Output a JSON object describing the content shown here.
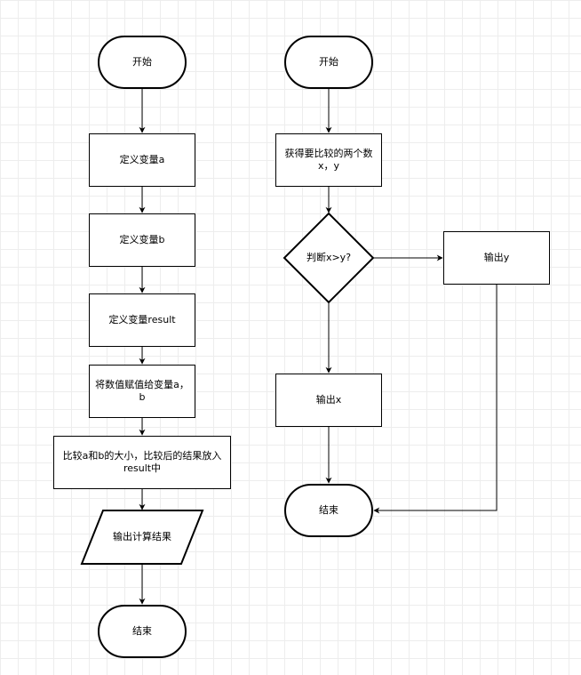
{
  "left_flow": {
    "start": "开始",
    "define_a": "定义变量a",
    "define_b": "定义变量b",
    "define_result": "定义变量result",
    "assign": "将数值赋值给变量a，b",
    "compare": "比较a和b的大小，比较后的结果放入result中",
    "output": "输出计算结果",
    "end": "结束"
  },
  "right_flow": {
    "start": "开始",
    "get_numbers": "获得要比较的两个数x，y",
    "decision": "判断x>y?",
    "output_y": "输出y",
    "output_x": "输出x",
    "end": "结束"
  }
}
